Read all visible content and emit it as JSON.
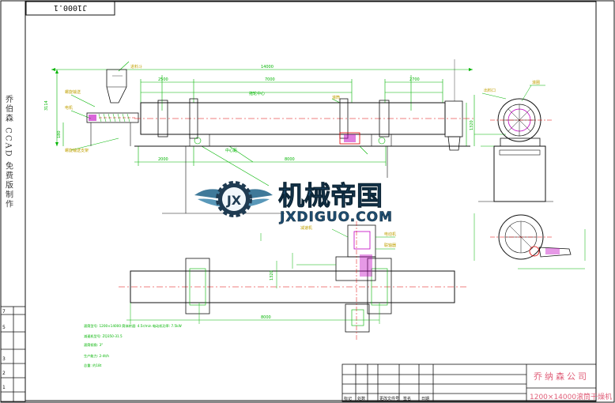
{
  "top_left_box": {
    "code": "J1000.1"
  },
  "left_sidebar": {
    "vertical_text": "乔伯森 CCAD 免费版制作"
  },
  "watermark": {
    "title": "机械帝国",
    "url": "JXDIGUO.COM",
    "logo_letters": "JX"
  },
  "title_block": {
    "company": "乔纳森公司",
    "product": "1200×14000滚筒干燥机",
    "column_labels": [
      "标记",
      "处数",
      "更改文件号",
      "签名",
      "日期"
    ]
  },
  "left_strip_labels": [
    "7",
    "5",
    "3",
    "2",
    "1"
  ],
  "colors": {
    "line": "#0b0b0b",
    "dimension": "#00b400",
    "centerline": "#e00000",
    "part": "#c000c0",
    "text": "#c0a000"
  }
}
